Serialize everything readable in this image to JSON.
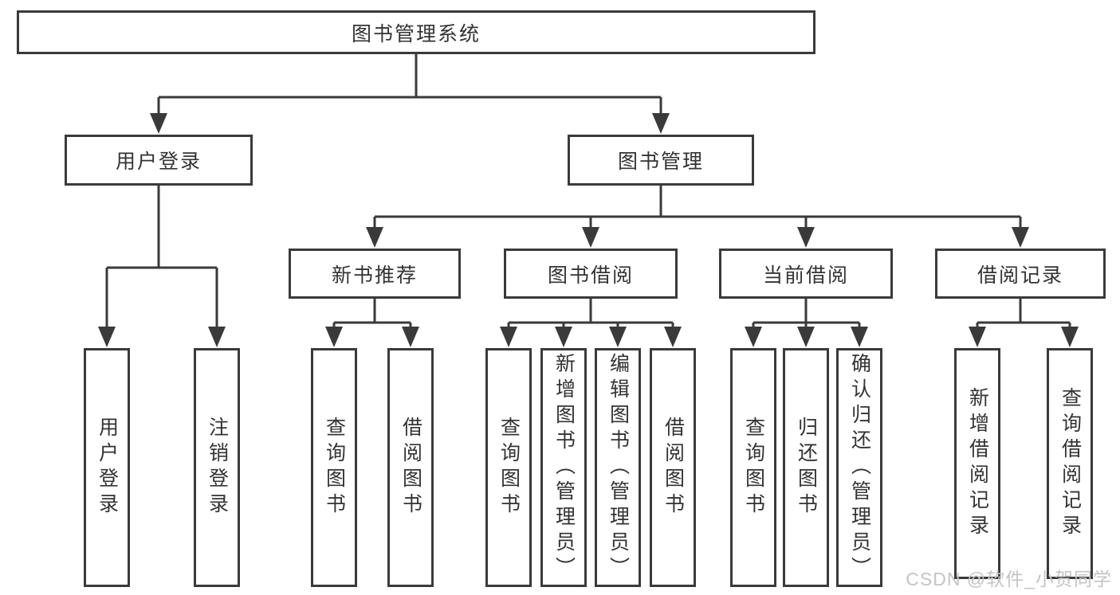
{
  "colors": {
    "line": "#3a3a3a",
    "text": "#333333",
    "bg": "#ffffff",
    "watermark": "#c4c4c4"
  },
  "tree": {
    "label": "图书管理系统",
    "children": [
      {
        "label": "用户登录",
        "children": [
          {
            "label": "用户登录"
          },
          {
            "label": "注销登录"
          }
        ]
      },
      {
        "label": "图书管理",
        "children": [
          {
            "label": "新书推荐",
            "children": [
              {
                "label": "查询图书"
              },
              {
                "label": "借阅图书"
              }
            ]
          },
          {
            "label": "图书借阅",
            "children": [
              {
                "label": "查询图书"
              },
              {
                "label": "新增图书（管理员）"
              },
              {
                "label": "编辑图书（管理员）"
              },
              {
                "label": "借阅图书"
              }
            ]
          },
          {
            "label": "当前借阅",
            "children": [
              {
                "label": "查询图书"
              },
              {
                "label": "归还图书"
              },
              {
                "label": "确认归还（管理员）"
              }
            ]
          },
          {
            "label": "借阅记录",
            "children": [
              {
                "label": "新增借阅记录"
              },
              {
                "label": "查询借阅记录"
              }
            ]
          }
        ]
      }
    ]
  },
  "watermark": {
    "text": "CSDN @软件_小贺同学"
  }
}
